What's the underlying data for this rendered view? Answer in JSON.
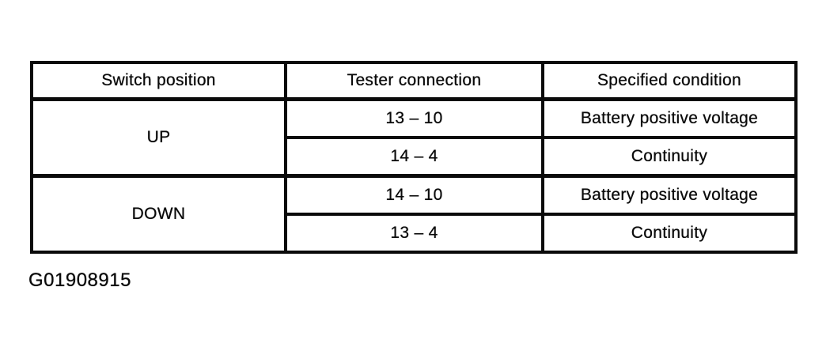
{
  "table": {
    "headers": [
      "Switch position",
      "Tester connection",
      "Specified condition"
    ],
    "groups": [
      {
        "position": "UP",
        "rows": [
          {
            "connection": "13 – 10",
            "condition": "Battery positive voltage"
          },
          {
            "connection": "14 – 4",
            "condition": "Continuity"
          }
        ]
      },
      {
        "position": "DOWN",
        "rows": [
          {
            "connection": "14 – 10",
            "condition": "Battery positive voltage"
          },
          {
            "connection": "13 – 4",
            "condition": "Continuity"
          }
        ]
      }
    ]
  },
  "caption": "G01908915"
}
